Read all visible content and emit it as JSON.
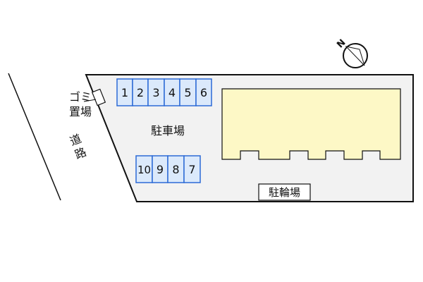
{
  "map": {
    "parking_label": "駐車場",
    "bicycle_label": "駐輪場",
    "garbage_label_line1": "ゴミ",
    "garbage_label_line2": "置場",
    "road_label_line1": "道",
    "road_label_line2": "路",
    "north_label": "N",
    "parking_spaces_top": [
      "1",
      "2",
      "3",
      "4",
      "5",
      "6"
    ],
    "parking_spaces_bottom": [
      "10",
      "9",
      "8",
      "7"
    ],
    "colors": {
      "lot_fill": "#f2f2f2",
      "building_fill": "#fdf8c6",
      "space_fill": "#dbe9fb",
      "space_stroke": "#2c6bd6",
      "outline": "#111111"
    }
  }
}
